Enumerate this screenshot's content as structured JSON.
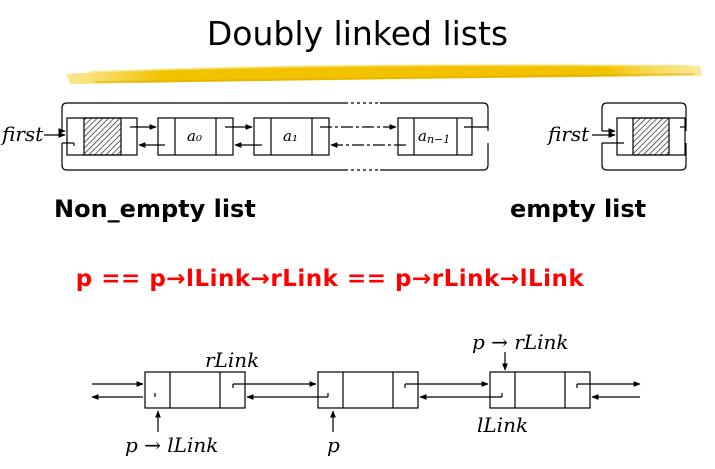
{
  "title": "Doubly linked lists",
  "labels": {
    "first": "first",
    "non_empty": "Non_empty list",
    "empty": "empty list"
  },
  "nodes": {
    "a0": "a₀",
    "a1": "a₁",
    "an1_base": "a",
    "an1_sub": "n−1"
  },
  "equation": "p == p→lLink→rLink == p→rLink→lLink",
  "bottom_labels": {
    "rlink": "rLink",
    "p_rlink": "p → rLink",
    "llink": "lLink",
    "p_llink": "p → lLink",
    "p": "p"
  },
  "colors": {
    "text": "#000000",
    "accent": "#ff0000",
    "highlighter": "#f2c200"
  }
}
